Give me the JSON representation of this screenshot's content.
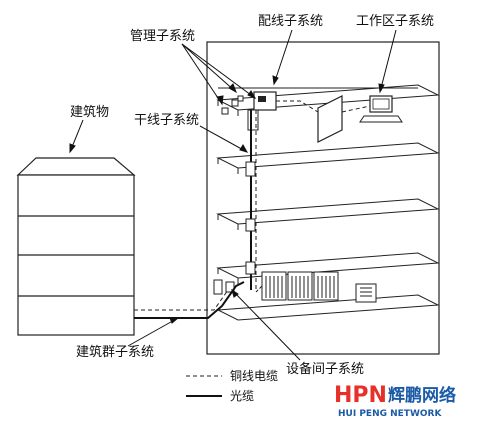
{
  "labels": {
    "admin_subsystem": "管理子系统",
    "horizontal_subsystem": "配线子系统",
    "work_area_subsystem": "工作区子系统",
    "building": "建筑物",
    "backbone_subsystem": "干线子系统",
    "campus_subsystem": "建筑群子系统",
    "equipment_room_subsystem": "设备间子系统"
  },
  "legend": {
    "copper_cable": "铜线电缆",
    "fiber_cable": "光缆"
  },
  "brand": {
    "hpn": "HPN",
    "name_cn": "辉鹏网络",
    "name_en": "HUI PENG NETWORK",
    "color_red": "#e8302a",
    "color_blue": "#1a5aa6"
  }
}
